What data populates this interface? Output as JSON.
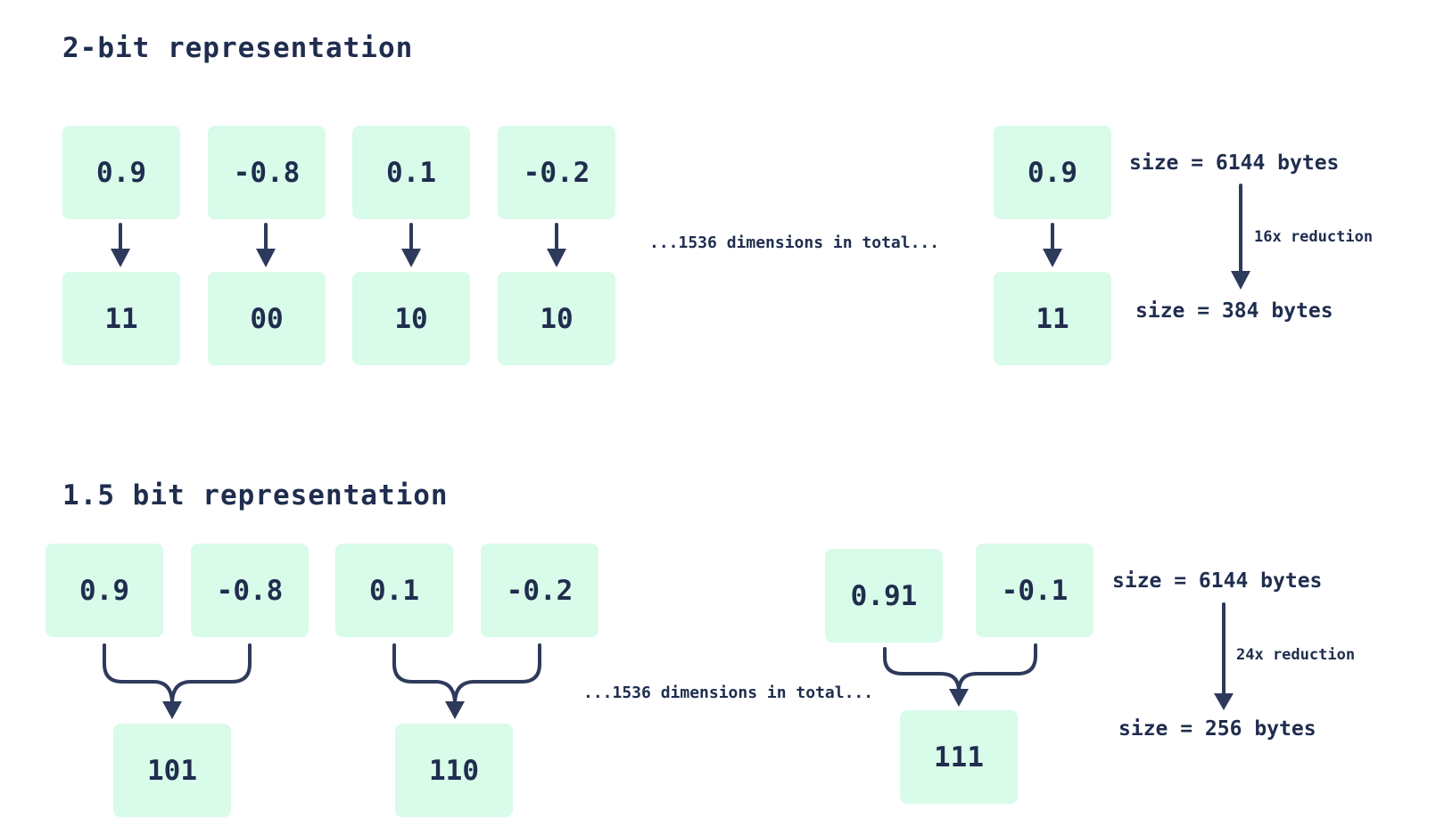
{
  "two_bit": {
    "title": "2-bit representation",
    "inputs": [
      "0.9",
      "-0.8",
      "0.1",
      "-0.2"
    ],
    "outputs": [
      "11",
      "00",
      "10",
      "10"
    ],
    "last_input": "0.9",
    "last_output": "11",
    "dims_note": "...1536 dimensions in total...",
    "size_before": "size = 6144 bytes",
    "reduction": "16x reduction",
    "size_after": "size = 384 bytes"
  },
  "one_five_bit": {
    "title": "1.5 bit representation",
    "inputs": [
      "0.9",
      "-0.8",
      "0.1",
      "-0.2"
    ],
    "outputs": [
      "101",
      "110"
    ],
    "last_inputs": [
      "0.91",
      "-0.1"
    ],
    "last_output": "111",
    "dims_note": "...1536 dimensions in total...",
    "size_before": "size = 6144 bytes",
    "reduction": "24x reduction",
    "size_after": "size = 256 bytes"
  },
  "colors": {
    "box_fill": "#d9fbe9",
    "ink": "#1f2d4e",
    "arrow": "#2e3a5c"
  }
}
